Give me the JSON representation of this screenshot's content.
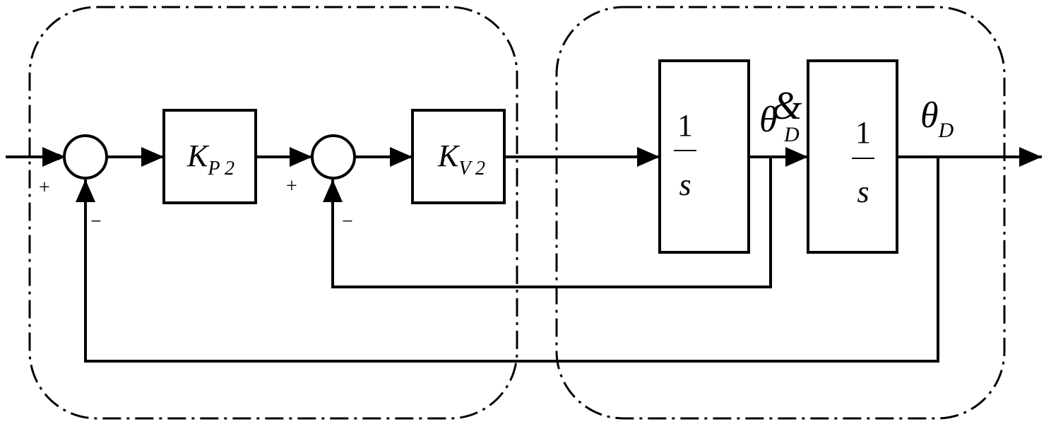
{
  "diagram": {
    "blocks": {
      "kp": {
        "symbol": "K",
        "subscript": "P 2"
      },
      "kv": {
        "symbol": "K",
        "subscript": "V 2"
      },
      "int1": {
        "numerator": "1",
        "denominator": "s"
      },
      "int2": {
        "numerator": "1",
        "denominator": "s"
      }
    },
    "summing_junctions": {
      "sum1": {
        "plus_sign": "+",
        "minus_sign": "−"
      },
      "sum2": {
        "plus_sign": "+",
        "minus_sign": "−"
      }
    },
    "signals": {
      "theta_dot": {
        "symbol": "θ",
        "subscript": "D",
        "overlay": "&"
      },
      "theta": {
        "symbol": "θ",
        "subscript": "D"
      }
    }
  }
}
